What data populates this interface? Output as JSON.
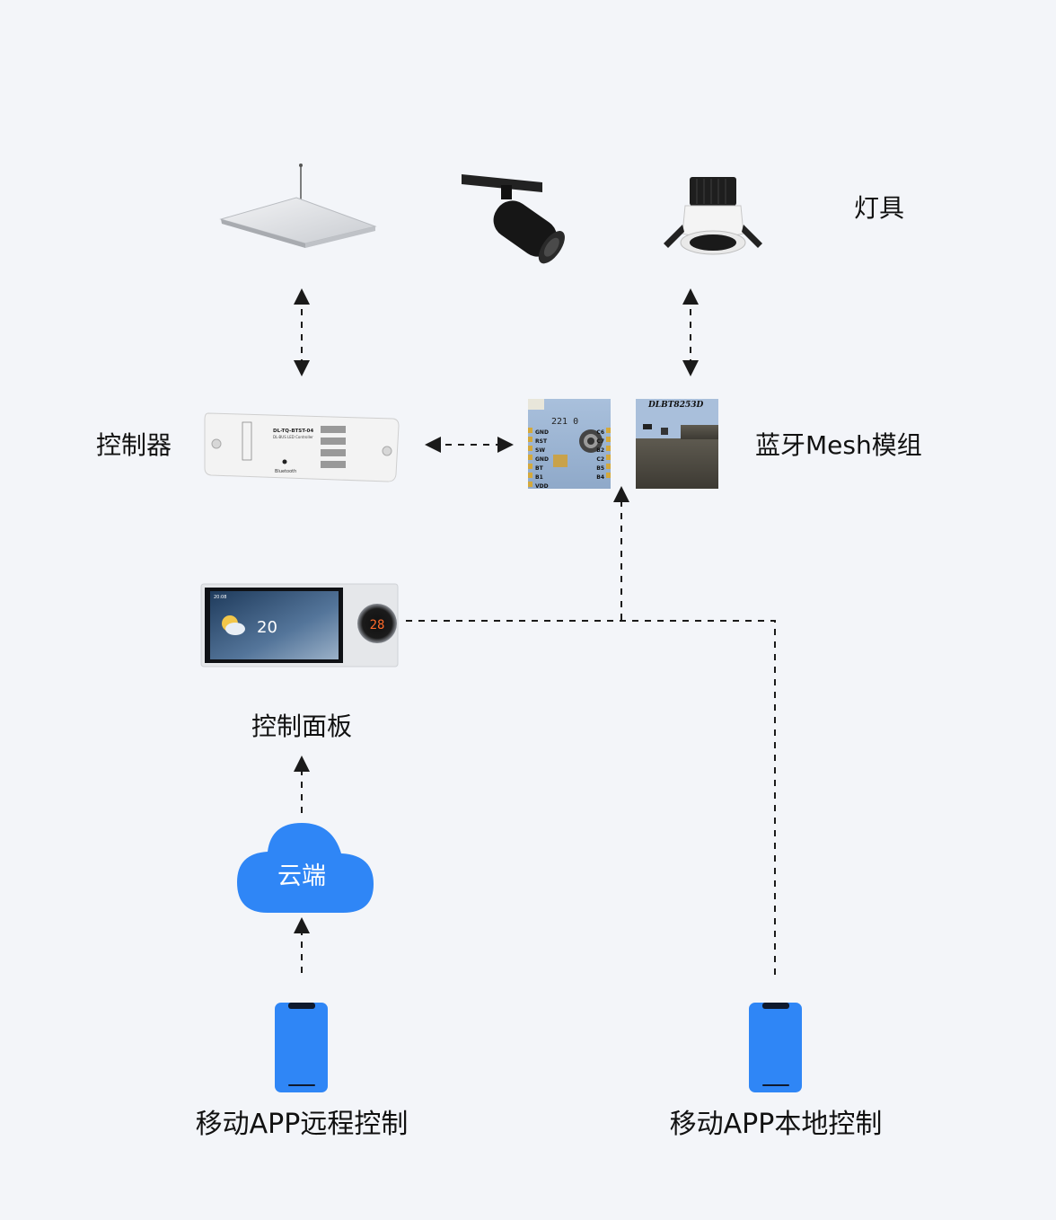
{
  "labels": {
    "lamps": "灯具",
    "controller": "控制器",
    "mesh_module": "蓝牙Mesh模组",
    "panel": "控制面板",
    "cloud": "云端",
    "remote_app": "移动APP远程控制",
    "local_app": "移动APP本地控制"
  },
  "controller_device": {
    "model": "DL-TQ-BTST-04",
    "subtitle": "DL-BUS LED Controller",
    "brand_mark": "Bluetooth"
  },
  "module_a": {
    "marking": "221 0",
    "pins": [
      "GND",
      "RST",
      "SW",
      "GND",
      "BT",
      "B1",
      "VDD"
    ],
    "pins_right": [
      "C6",
      "C7",
      "B2",
      "C2",
      "B5",
      "B4"
    ]
  },
  "module_b": {
    "marking": "DLBT8253D"
  },
  "panel_device": {
    "clock": "20:08",
    "temperature": "20",
    "thermostat_reading": "28"
  },
  "colors": {
    "background": "#f3f5f9",
    "accent_blue": "#2f86f6",
    "line": "#1a1a1a"
  }
}
